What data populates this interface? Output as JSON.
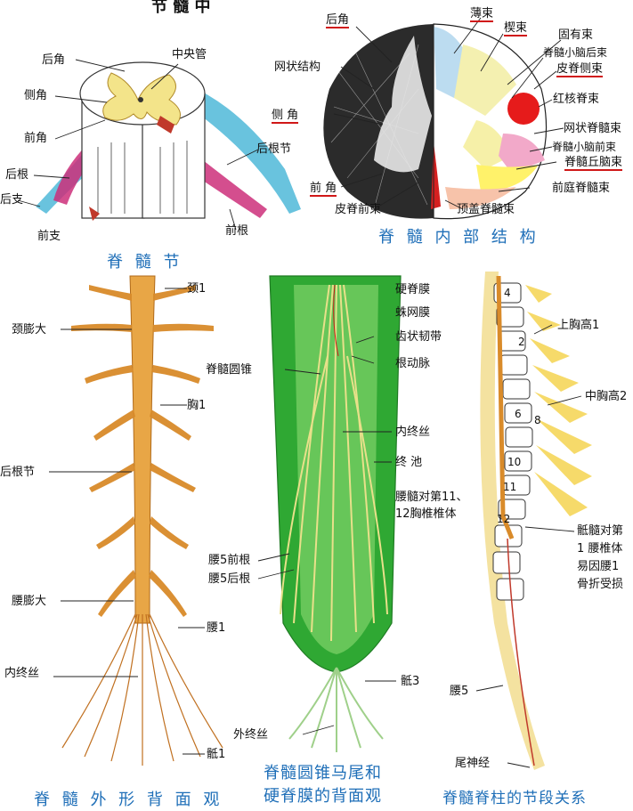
{
  "top_title_fragment": "节    髓 中",
  "panel_segment": {
    "caption": "脊 髓 节",
    "labels": {
      "posterior_horn": "后角",
      "central_canal": "中央管",
      "lateral_horn": "侧角",
      "anterior_horn": "前角",
      "dorsal_root_ganglion": "后根节",
      "posterior_root": "后根",
      "posterior_branch": "后支",
      "anterior_branch": "前支",
      "anterior_root": "前根"
    }
  },
  "panel_internal": {
    "caption": "脊 髓 内 部 结 构",
    "labels": {
      "posterior_horn": "后角",
      "gracile": "薄束",
      "cuneate": "楔束",
      "proper_fasciculus": "固有束",
      "posterior_spinocerebellar": "脊髓小脑后束",
      "lateral_corticospinal": "皮脊侧束",
      "reticular_formation": "网状结构",
      "rubrospinal": "红核脊束",
      "lateral_horn": "侧 角",
      "reticulospinal": "网状脊髓束",
      "anterior_spinocerebellar": "脊髓小脑前束",
      "spinothalamic": "脊髓丘脑束",
      "anterior_horn": "前 角",
      "vestibulospinal": "前庭脊髓束",
      "anterior_corticospinal": "皮脊前束",
      "tectospinal": "顶盖脊髓束"
    }
  },
  "panel_external": {
    "caption": "脊 髓 外 形 背 面 观",
    "labels": {
      "cervical1": "颈1",
      "cervical_enlargement": "颈膨大",
      "thoracic1": "胸1",
      "posterior_root_ganglion": "后根节",
      "lumbar_enlargement": "腰膨大",
      "lumbar1": "腰1",
      "filum_internum": "内终丝",
      "sacral1": "骶1"
    }
  },
  "panel_cauda": {
    "caption_line1": "脊髓圆锥马尾和",
    "caption_line2": "硬脊膜的背面观",
    "labels": {
      "dura": "硬脊膜",
      "arachnoid": "蛛网膜",
      "denticulate": "齿状韧带",
      "conus": "脊髓圆锥",
      "radicular_artery": "根动脉",
      "filum_internum": "内终丝",
      "cistern": "终 池",
      "conus_level_1": "腰髓对第11、",
      "conus_level_2": "12胸椎椎体",
      "l5_anterior": "腰5前根",
      "l5_posterior": "腰5后根",
      "s3": "骶3",
      "filum_externum": "外终丝"
    }
  },
  "panel_column": {
    "caption": "脊髓脊柱的节段关系",
    "labels": {
      "upper_thoracic": "上胸高1",
      "mid_thoracic": "中胸高2",
      "sacral_note_1": "骶髓对第",
      "sacral_note_2": "1 腰椎体",
      "sacral_note_3": "易因腰1",
      "sacral_note_4": "骨折受损",
      "lumbar5": "腰5",
      "coccygeal": "尾神经"
    },
    "vertebra_numbers": [
      "4",
      "2",
      "6",
      "8",
      "10",
      "11",
      "12"
    ]
  },
  "colors": {
    "caption_blue": "#1f6fb8",
    "label_underline_red": "#d01818",
    "dura_green": "#2fa833",
    "cord_orange": "#d98b2a",
    "root_magenta": "#cc2f7a",
    "nerve_cyan": "#4fb8d8"
  }
}
